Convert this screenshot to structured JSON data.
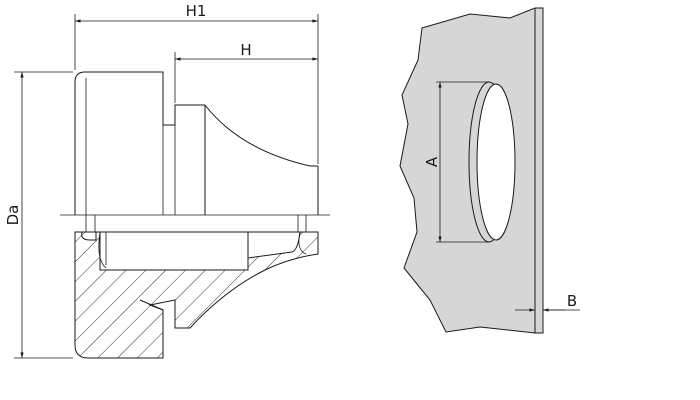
{
  "left_view": {
    "dim_overall_height": "H1",
    "dim_height": "H",
    "dim_diameter": "Da"
  },
  "right_view": {
    "dim_hole": "A",
    "dim_thickness": "B"
  },
  "colors": {
    "line": "#1a1a1a",
    "plate_fill": "#d6d6d6",
    "hole_fill": "#ffffff",
    "hatch": "#1a1a1a"
  }
}
